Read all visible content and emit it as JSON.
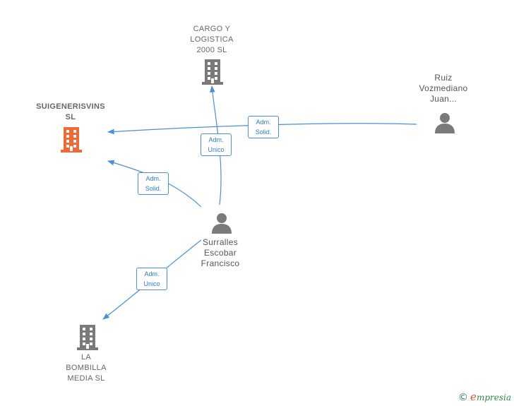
{
  "nodes": {
    "cargo": {
      "label_lines": [
        "CARGO Y",
        "LOGISTICA",
        "2000  SL"
      ],
      "type": "company",
      "color": "#7a7a7a"
    },
    "suigenerisvins": {
      "label_lines": [
        "SUIGENERISVINS",
        "SL"
      ],
      "type": "company",
      "color": "#f06a35"
    },
    "ruiz": {
      "label_lines": [
        "Ruiz",
        "Vozmediano",
        "Juan..."
      ],
      "type": "person",
      "color": "#7a7a7a"
    },
    "surralles": {
      "label_lines": [
        "Surralles",
        "Escobar",
        "Francisco"
      ],
      "type": "person",
      "color": "#7a7a7a"
    },
    "bombilla": {
      "label_lines": [
        "LA",
        "BOMBILLA",
        "MEDIA  SL"
      ],
      "type": "company",
      "color": "#7a7a7a"
    }
  },
  "edges": [
    {
      "from": "ruiz",
      "to": "suigenerisvins",
      "label_lines": [
        "Adm.",
        "Solid."
      ]
    },
    {
      "from": "surralles",
      "to": "cargo",
      "label_lines": [
        "Adm.",
        "Unico"
      ]
    },
    {
      "from": "surralles",
      "to": "suigenerisvins",
      "label_lines": [
        "Adm.",
        "Solid."
      ]
    },
    {
      "from": "surralles",
      "to": "bombilla",
      "label_lines": [
        "Adm.",
        "Unico"
      ]
    }
  ],
  "colors": {
    "edge": "#4a8fd8",
    "accent": "#f06a35"
  },
  "footer": {
    "copyright_symbol": "©",
    "brand_initial": "e",
    "brand_rest": "mpresia"
  }
}
